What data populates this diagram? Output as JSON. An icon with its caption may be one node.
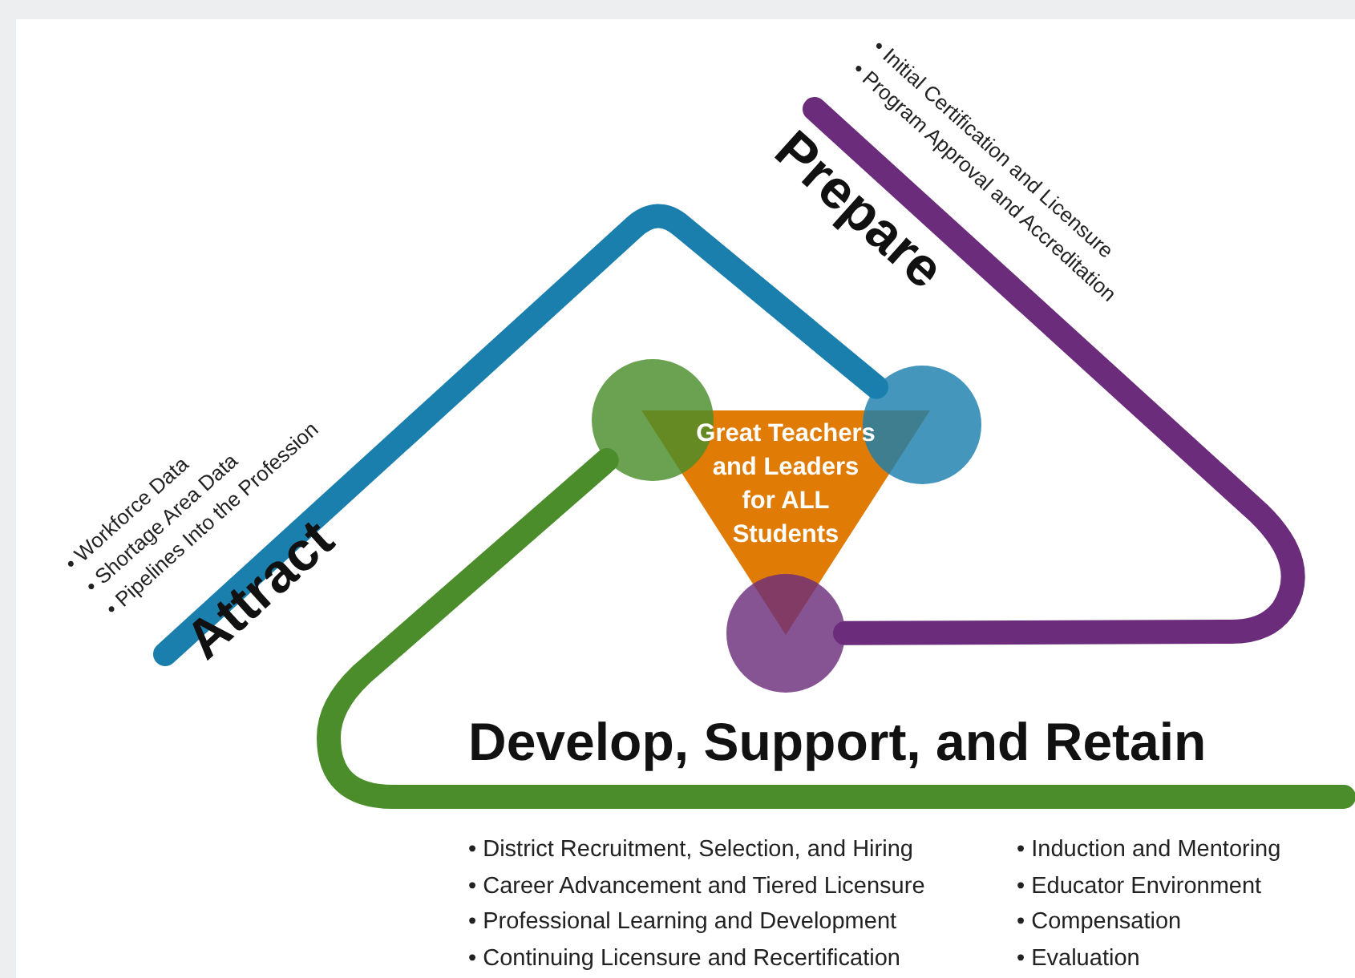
{
  "diagram": {
    "nodes": [
      {
        "text": [
          "Great Teachers and Leaders for ALL Students"
        ]
      },
      {
        "text": [],
        "shape": "circle"
      },
      {
        "text": [],
        "shape": "circle"
      },
      {
        "text": [],
        "shape": "circle"
      }
    ],
    "edges": [
      {
        "from": null,
        "to": 2,
        "arrow": "none",
        "color": "#1b7fae"
      },
      {
        "from": null,
        "to": 3,
        "arrow": "none",
        "color": "#6b2d7b"
      },
      {
        "from": null,
        "to": 1,
        "arrow": "none",
        "color": "#4b8d2b"
      }
    ],
    "labels": [
      "• Workforce Data",
      "• Shortage Area Data",
      "• Pipelines Into the Profession",
      "Attract",
      "Prepare",
      "• Initial Certification and Licensure",
      "• Program Approval and Accreditation",
      "Develop, Support, and Retain",
      "• District Recruitment, Selection, and Hiring",
      "• Career Advancement and Tiered Licensure",
      "• Professional Learning and Development",
      "• Continuing Licensure and Recertification",
      "• Induction and Mentoring",
      "• Educator Environment",
      "• Compensation",
      "• Evaluation"
    ]
  }
}
